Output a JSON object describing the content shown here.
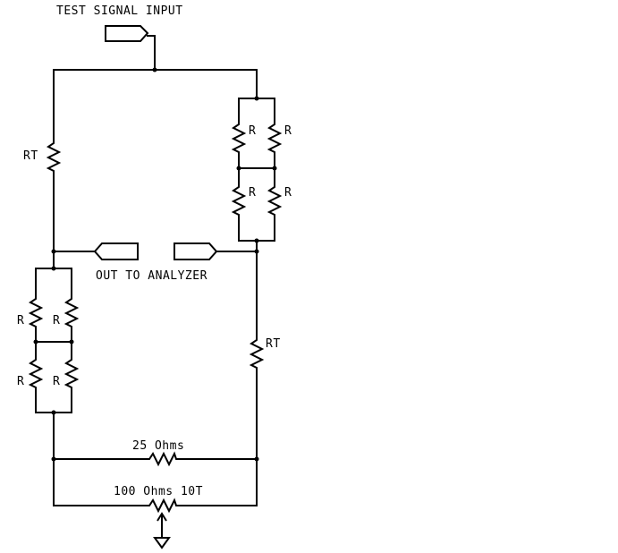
{
  "labels": {
    "input": "TEST SIGNAL INPUT",
    "output": "OUT TO ANALYZER",
    "r": "R",
    "rt": "RT",
    "fixed": "25 Ohms",
    "pot": "100 Ohms 10T"
  }
}
